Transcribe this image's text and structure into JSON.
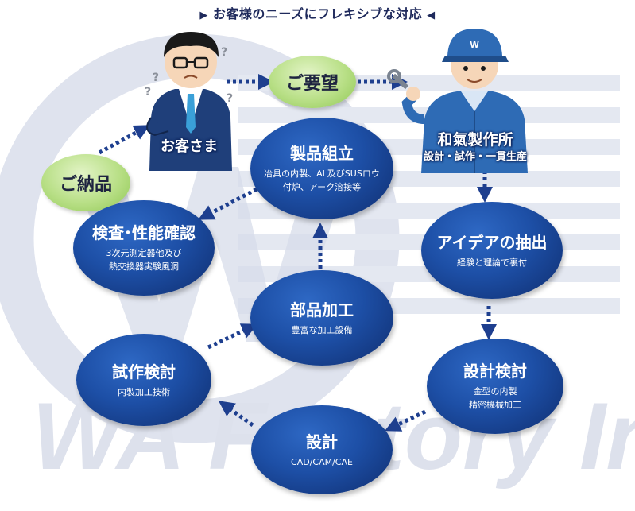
{
  "title": "お客様のニーズにフレキシブな対応",
  "title_left_icon": "triangle-right",
  "title_right_icon": "triangle-left",
  "watermark": "WA Factory Inc.",
  "colors": {
    "node_blue": "#1d4fa6",
    "node_green": "#b8df86",
    "arrow_dots": "#1e3f8f",
    "watermark": "#dfe3ee"
  },
  "customer": {
    "label": "お客さま"
  },
  "maker": {
    "label": "和氣製作所",
    "sublabel": "設計・試作・一貫生産",
    "cap_letter": "W"
  },
  "request": {
    "label": "ご要望"
  },
  "delivery": {
    "label": "ご納品"
  },
  "nodes": {
    "idea": {
      "title": "アイデアの抽出",
      "sub": "経験と理論で裏付"
    },
    "design_review": {
      "title": "設計検討",
      "sub": "金型の内製\n精密機械加工"
    },
    "design": {
      "title": "設計",
      "sub": "CAD/CAM/CAE"
    },
    "prototype": {
      "title": "試作検討",
      "sub": "内製加工技術"
    },
    "parts": {
      "title": "部品加工",
      "sub": "豊富な加工設備"
    },
    "assembly": {
      "title": "製品組立",
      "sub": "冶具の内製、AL及びSUSロウ\n付炉、アーク溶接等"
    },
    "inspection": {
      "title": "検査･性能確認",
      "sub": "3次元測定器他及び\n熱交換器実験風洞"
    }
  }
}
